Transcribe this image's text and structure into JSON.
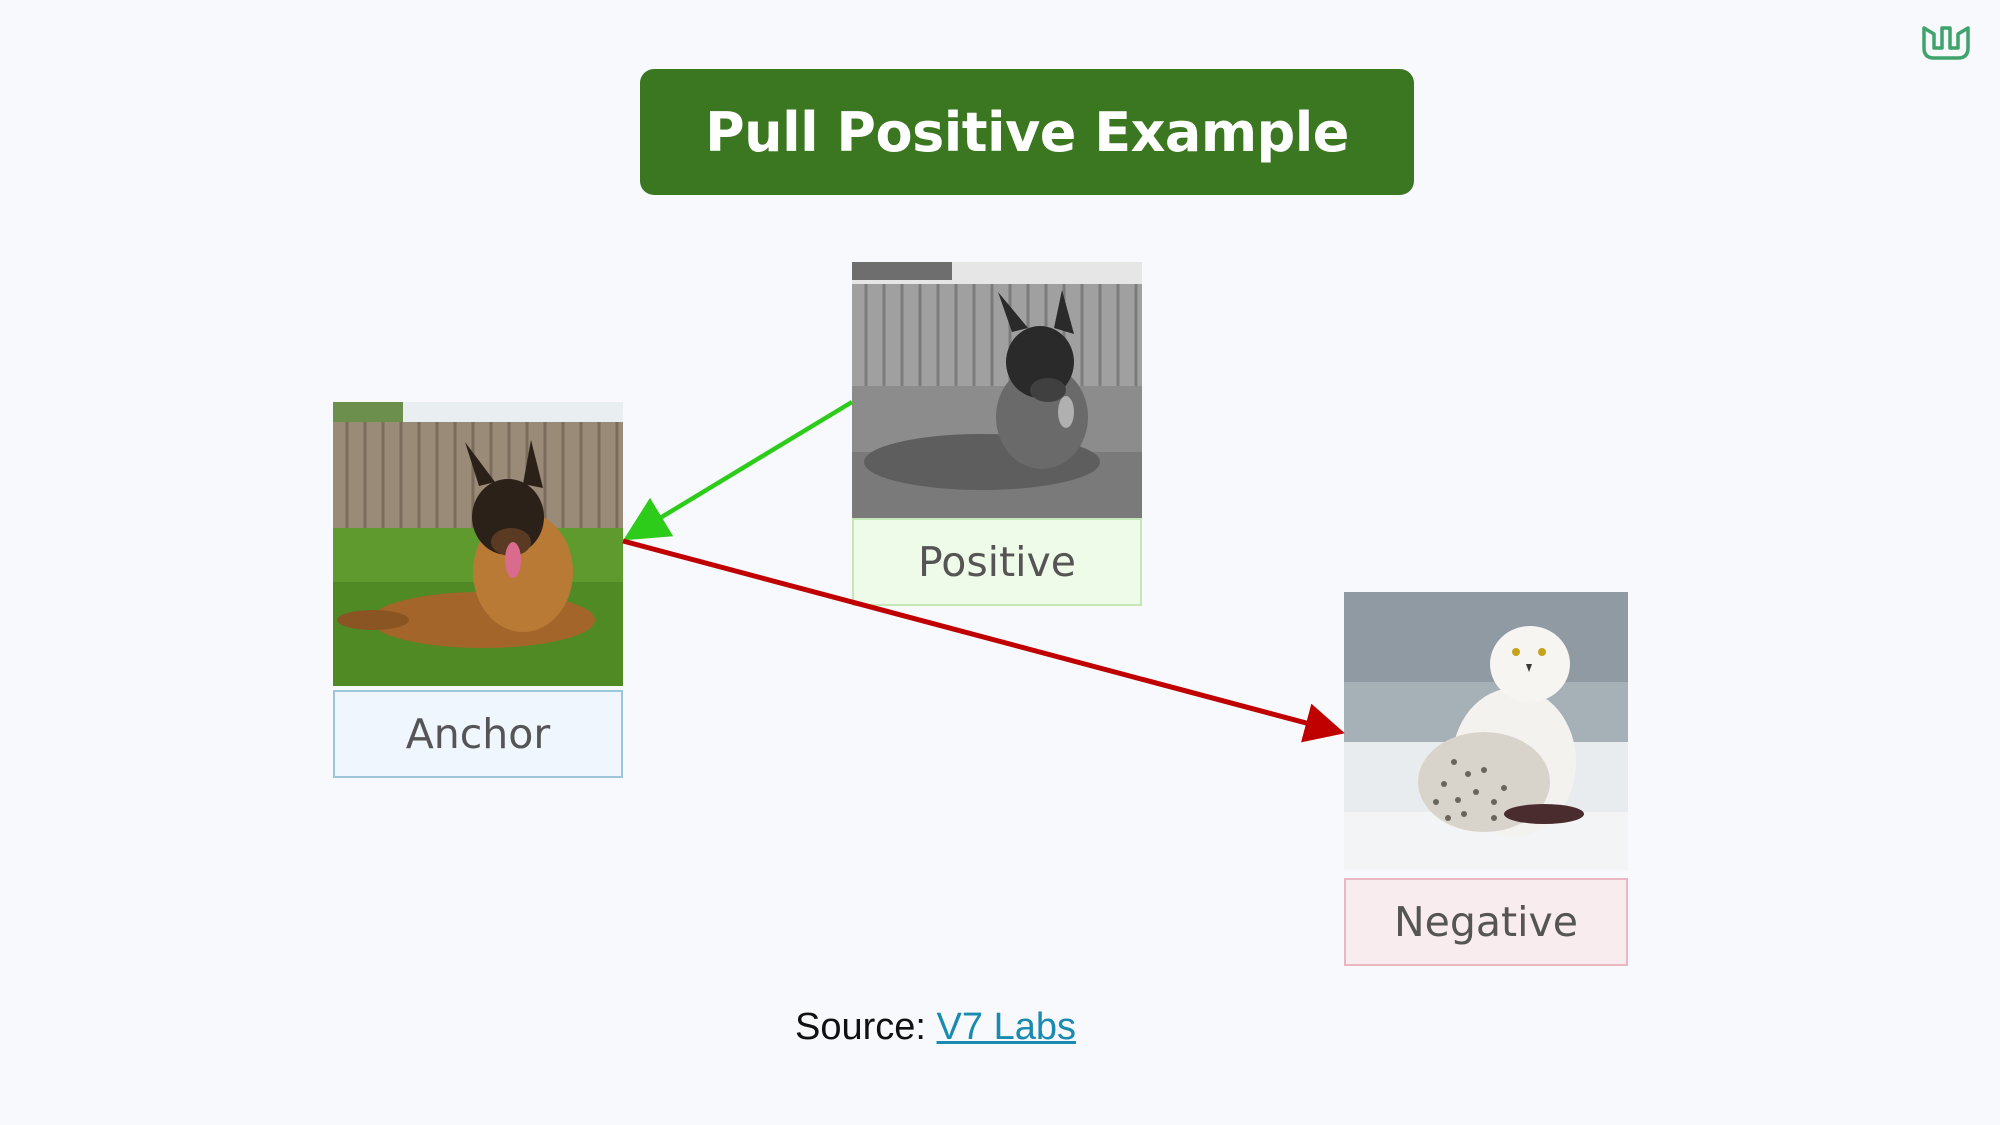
{
  "title": "Pull Positive Example",
  "colors": {
    "title_background": "#3b7720",
    "pull_arrow": "#2ecc1a",
    "push_arrow": "#c00000",
    "anchor_label_bg": "#eff6fd",
    "positive_label_bg": "#effbe9",
    "negative_label_bg": "#f9ecef"
  },
  "logo": {
    "icon": "brand-logo-icon"
  },
  "nodes": {
    "anchor": {
      "label": "Anchor",
      "image": "german-shepherd-color-photo"
    },
    "positive": {
      "label": "Positive",
      "image": "german-shepherd-grayscale-photo"
    },
    "negative": {
      "label": "Negative",
      "image": "snowy-owl-photo"
    }
  },
  "edges": [
    {
      "from": "positive",
      "to": "anchor",
      "kind": "pull",
      "color": "#2ecc1a"
    },
    {
      "from": "anchor",
      "to": "negative",
      "kind": "push",
      "color": "#c00000"
    }
  ],
  "source": {
    "prefix": "Source: ",
    "link_text": "V7 Labs"
  }
}
